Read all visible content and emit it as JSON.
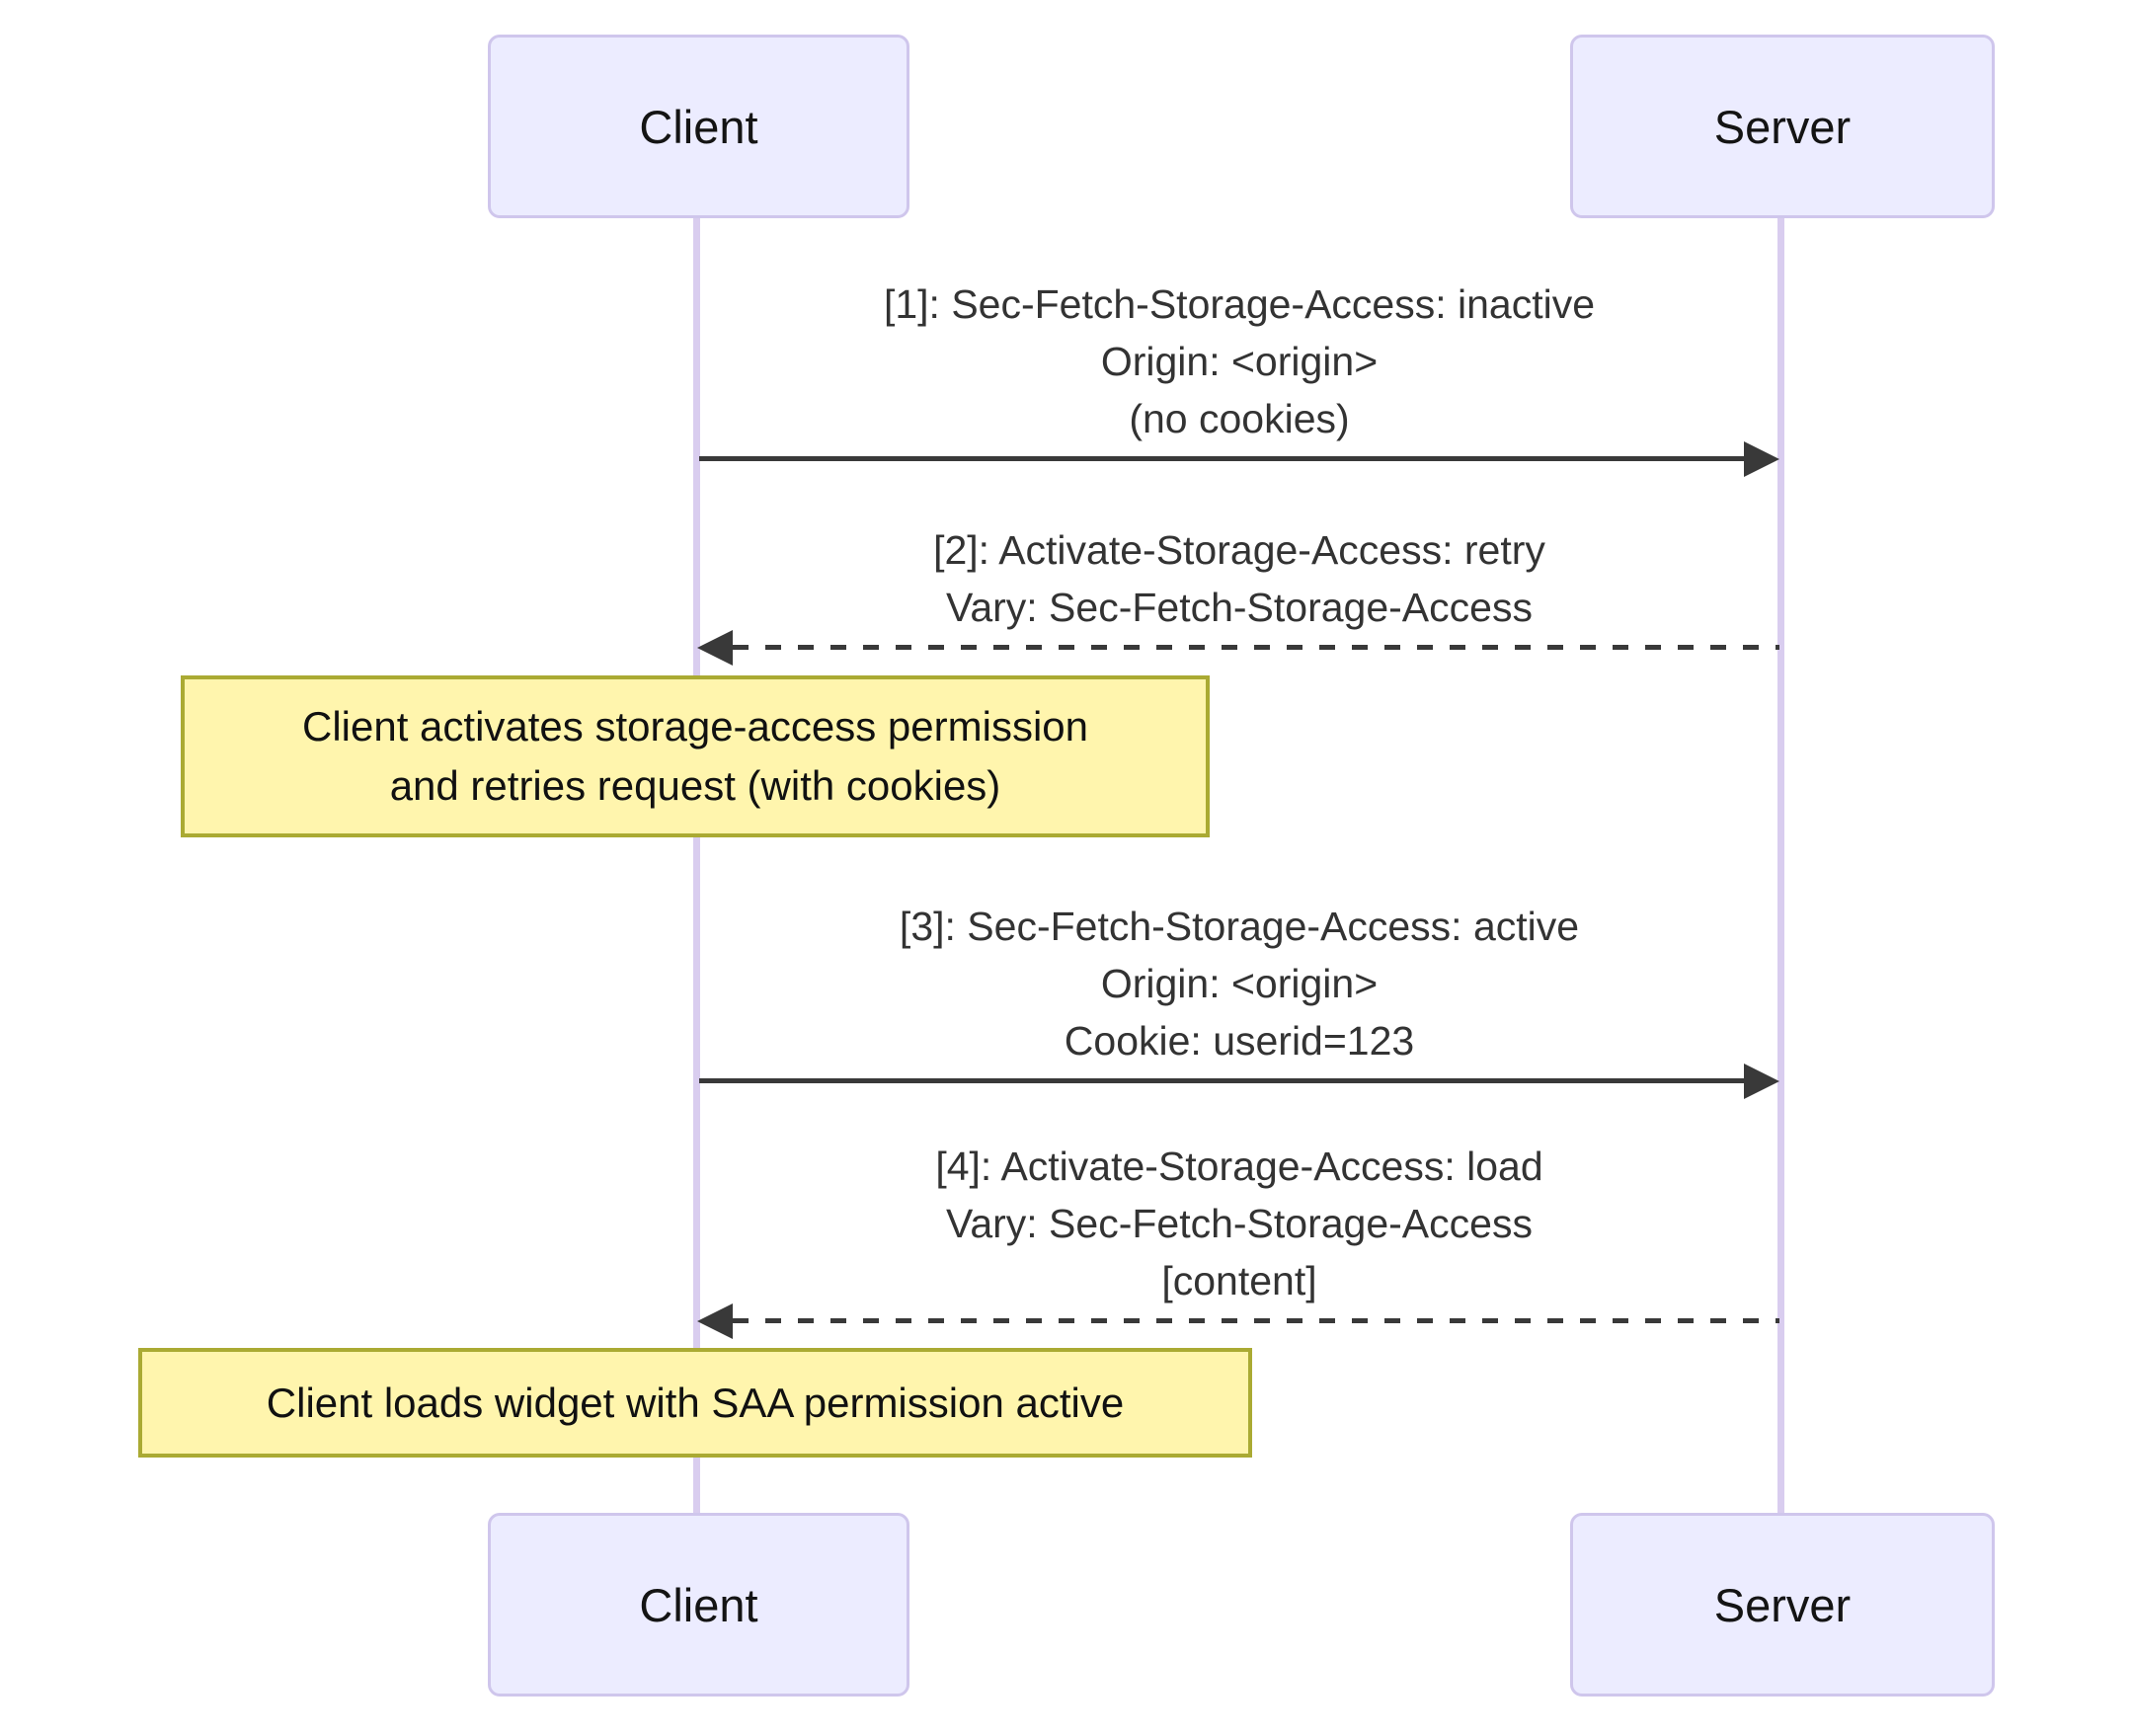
{
  "colors": {
    "actor-fill": "#ECECFF",
    "actor-border": "#CFC6EC",
    "lifeline": "#D9CDEF",
    "note-fill": "#FFF5AD",
    "note-border": "#AAAA33",
    "arrow": "#393939",
    "msg-text": "#333333"
  },
  "actors": {
    "client": "Client",
    "server": "Server"
  },
  "messages": [
    {
      "direction": "client-to-server",
      "line_style": "solid",
      "lines": [
        "[1]: Sec-Fetch-Storage-Access: inactive",
        "Origin: <origin>",
        "(no cookies)"
      ]
    },
    {
      "direction": "server-to-client",
      "line_style": "dashed",
      "lines": [
        "[2]: Activate-Storage-Access: retry",
        "Vary: Sec-Fetch-Storage-Access"
      ]
    },
    {
      "direction": "client-to-server",
      "line_style": "solid",
      "lines": [
        "[3]: Sec-Fetch-Storage-Access: active",
        "Origin: <origin>",
        "Cookie: userid=123"
      ]
    },
    {
      "direction": "server-to-client",
      "line_style": "dashed",
      "lines": [
        "[4]: Activate-Storage-Access: load",
        "Vary: Sec-Fetch-Storage-Access",
        "[content]"
      ]
    }
  ],
  "notes": [
    {
      "lines": [
        "Client activates storage-access permission",
        "and retries request (with cookies)"
      ]
    },
    {
      "lines": [
        "Client loads widget with SAA permission active"
      ]
    }
  ]
}
